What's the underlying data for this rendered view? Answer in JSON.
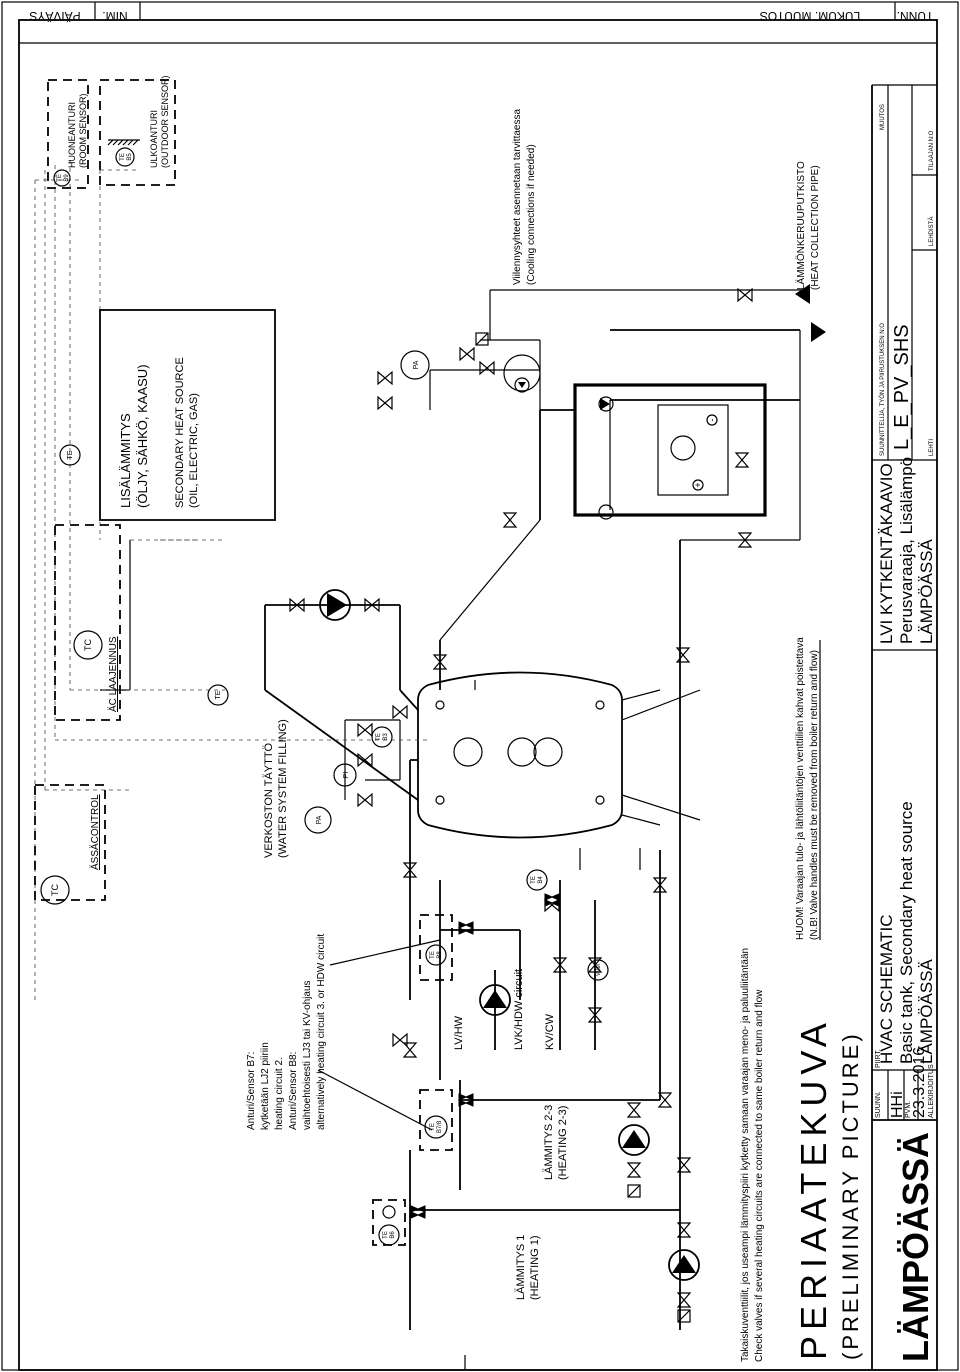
{
  "title_block": {
    "brand": "LÄMPÖÄSSÄ",
    "suunn_label": "SUUNN.",
    "suunn_value": "HHi",
    "piirt_label": "PIIRT.",
    "pvm_label": "PVM.",
    "date": "23.3.2016",
    "allekirjoitus": "ALLEKIRJOITUS",
    "hvac_line1": "HVAC SCHEMATIC",
    "hvac_line2": "Basic tank, Secondary heat source",
    "hvac_line3": "LÄMPÖÄSSÄ",
    "lvi_line1": "LVI KYTKENTÄKAAVIO",
    "lvi_line2": "Perusvaraaja, Lisälämpö",
    "lvi_line3": "LÄMPÖÄSSÄ",
    "suunnittelu": "SUUNNITTELIJA, TYÖN JA PIIRUSTUKSEN N:O",
    "muutos": "MUUTOS",
    "drawing_number": "L_E_PV_SHS",
    "lehti": "LEHTI",
    "lehdista": "LEHDISTÄ",
    "tilaajan": "TILAAJAN N:O"
  },
  "revision_header": {
    "tunn": "TUNN.",
    "lukum_muutos": "LUKUM. MUUTOS",
    "nim": "NIM.",
    "paivays": "PÄIVÄYS"
  },
  "preliminary": {
    "main": "PERIAATEKUVA",
    "sub": "(PRELIMINARY PICTURE)"
  },
  "notes": {
    "takaisku_fi": "Takaiskuventtiilit, jos useampi lämmityspiiri kytketty samaan varaajan meno- ja paluuliitäntään",
    "takaisku_en": "Check valves if several heating circuits are connected to same boiler return and flow",
    "huom_fi": "HUOM! Varaajan tulo- ja lähtöliitäntöjen venttiilien kahvat poistettava",
    "huom_en": "(N.B! Valve handles must be removed from boiler return and flow)",
    "sensor_b7_1": "Anturi/Sensor B7:",
    "sensor_b7_2": "kytketään LJ2 piiriin",
    "sensor_b7_3": "heating circuit 2.",
    "sensor_b8_1": "Anturi/Sensor B8:",
    "sensor_b8_2": "vaihtoehtoisesti LJ3 tai KV-ohjaus",
    "sensor_b8_3": "alternatively  heating  circuit  3.  or    HDW  circuit"
  },
  "labels": {
    "lammitys1_fi": "LÄMMITYS 1",
    "lammitys1_en": "(HEATING 1)",
    "lammitys23_fi": "LÄMMITYS 2-3",
    "lammitys23_en": "(HEATING 2-3)",
    "lv_hw": "LV/HW",
    "lvk_hdw": "LVK/HDW circuit",
    "kv_cw": "KV/CW",
    "verkoston_fi": "VERKOSTON TÄYTTÖ",
    "verkoston_en": "(WATER SYSTEM FILLING)",
    "lisalammitys_fi1": "LISÄLÄMMITYS",
    "lisalammitys_fi2": "(ÖLJY, SÄHKÖ, KAASU)",
    "secondary_en1": "SECONDARY HEAT SOURCE",
    "secondary_en2": "(OIL, ELECTRIC, GAS)",
    "assacontrol": "ÄSSÄCONTROL",
    "ac_laajennus": "ÄC LAAJENNUS",
    "huoneanturi_fi": "HUONEANTURI",
    "huoneanturi_en": "(ROOM SENSOR)",
    "ulkoanturi_fi": "ULKOANTURI",
    "ulkoanturi_en": "(OUTDOOR SENSOR)",
    "viilennys_fi": "Viilennysyhteet asennetaan tarvittaessa",
    "viilennys_en": "(Cooling connections if needed)",
    "lammonkeruu_fi": "LÄMMÖNKERUUPUTKISTO",
    "lammonkeruu_en": "(HEAT COLLECTION PIPE)",
    "tc": "TC",
    "te": "TE",
    "pa": "PA",
    "pi": "PI",
    "vmm": "VMM",
    "b3": "B3",
    "b4": "B4",
    "b5": "B5",
    "b6": "B6",
    "b78": "B7/8",
    "b8": "B8",
    "b9": "B9",
    "plus": "+",
    "minus": "-"
  }
}
